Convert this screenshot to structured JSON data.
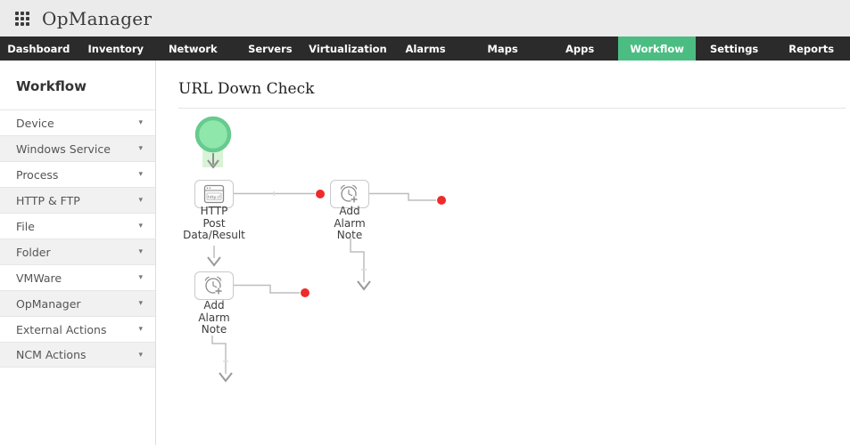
{
  "header": {
    "app_title": "OpManager"
  },
  "nav": {
    "bar_bg": "#2b2b2b",
    "active_tab_bg": "#4cbd82",
    "tabs": [
      {
        "label": "Dashboard",
        "active": false
      },
      {
        "label": "Inventory",
        "active": false
      },
      {
        "label": "Network",
        "active": false
      },
      {
        "label": "Servers",
        "active": false
      },
      {
        "label": "Virtualization",
        "active": false
      },
      {
        "label": "Alarms",
        "active": false
      },
      {
        "label": "Maps",
        "active": false
      },
      {
        "label": "Apps",
        "active": false
      },
      {
        "label": "Workflow",
        "active": true
      },
      {
        "label": "Settings",
        "active": false
      },
      {
        "label": "Reports",
        "active": false
      }
    ]
  },
  "sidebar": {
    "title": "Workflow",
    "items": [
      {
        "label": "Device"
      },
      {
        "label": "Windows Service"
      },
      {
        "label": "Process"
      },
      {
        "label": "HTTP & FTP"
      },
      {
        "label": "File"
      },
      {
        "label": "Folder"
      },
      {
        "label": "VMWare"
      },
      {
        "label": "OpManager"
      },
      {
        "label": "External Actions"
      },
      {
        "label": "NCM Actions"
      }
    ],
    "caret_glyph": "▾"
  },
  "main": {
    "title": "URL Down Check",
    "workflow": {
      "start_node": {
        "type": "start-circle"
      },
      "nodes": [
        {
          "id": "http-post-node",
          "icon": "http-browser-icon",
          "icon_text": "http://",
          "label_lines": [
            "HTTP",
            "Post",
            "Data/Result"
          ]
        },
        {
          "id": "add-alarm-note-1",
          "icon": "alarm-clock-plus-icon",
          "label_lines": [
            "Add",
            "Alarm",
            "Note"
          ]
        },
        {
          "id": "add-alarm-note-2",
          "icon": "alarm-clock-plus-icon",
          "label_lines": [
            "Add",
            "Alarm",
            "Note"
          ]
        }
      ],
      "colors": {
        "start_fill": "#8fe7ac",
        "start_ring": "#67ca8e",
        "highlight_green": "#d9f3d6",
        "connector": "#bdbdbd",
        "arrow": "#8e8e8e",
        "endpoint_red": "#ee2b2b",
        "node_border": "#c9c9c9",
        "icon_gray": "#8a8a8a"
      }
    }
  }
}
